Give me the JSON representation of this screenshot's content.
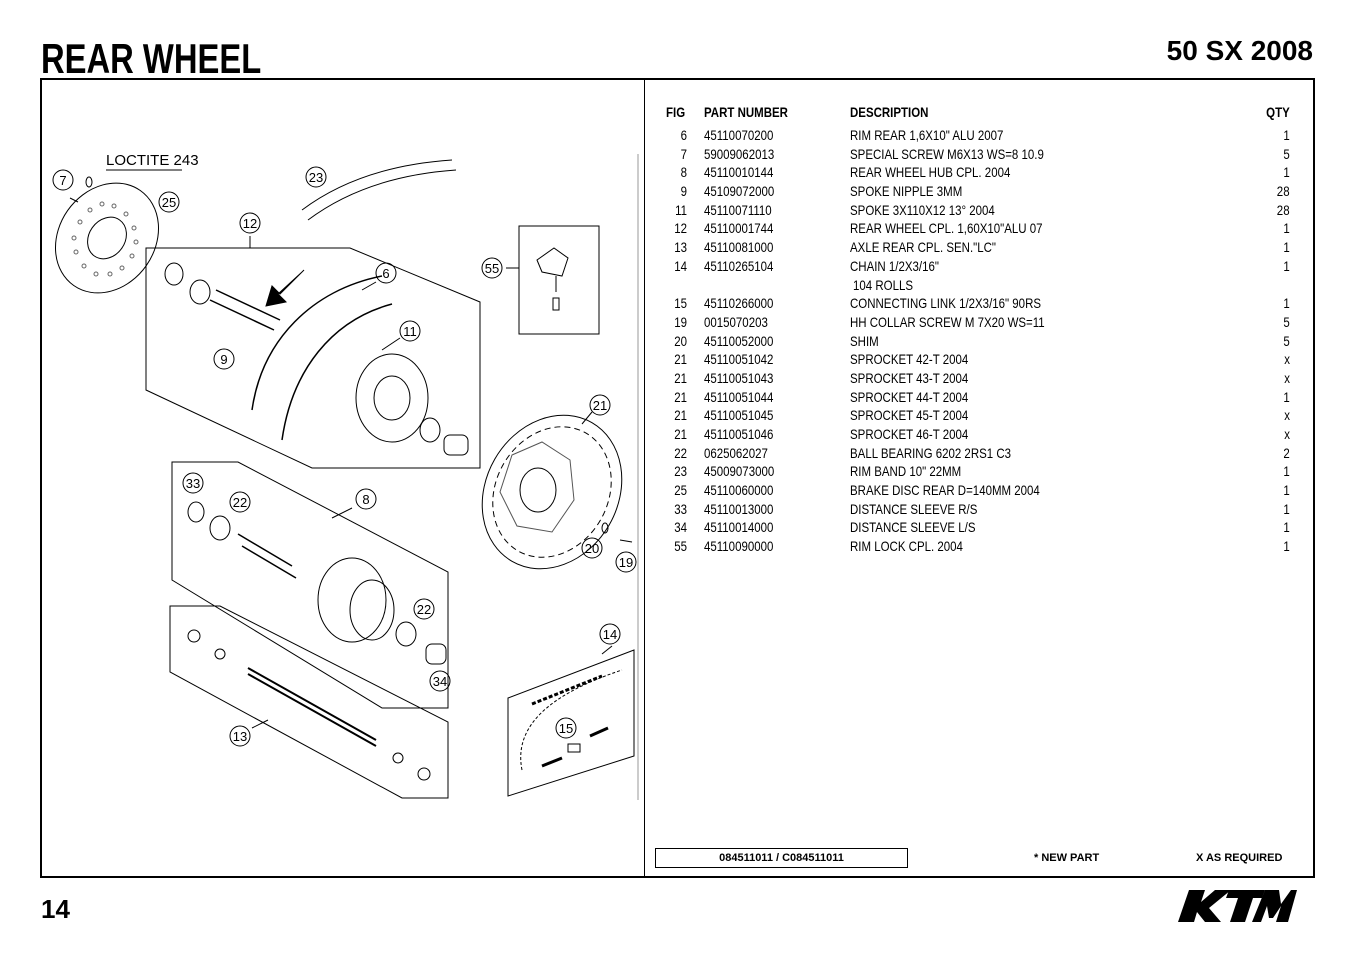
{
  "header": {
    "title": "REAR WHEEL",
    "model": "50 SX 2008"
  },
  "diagram": {
    "loctite_label": "LOCTITE 243",
    "callouts": [
      "7",
      "25",
      "23",
      "12",
      "6",
      "55",
      "11",
      "9",
      "21",
      "33",
      "22",
      "8",
      "20",
      "19",
      "22",
      "14",
      "34",
      "13",
      "15"
    ]
  },
  "table": {
    "headers": {
      "fig": "FIG",
      "part_number": "PART NUMBER",
      "description": "DESCRIPTION",
      "qty": "QTY"
    },
    "rows": [
      {
        "fig": "6",
        "part": "45110070200",
        "desc": "RIM REAR 1,6X10\" ALU      2007",
        "qty": "1"
      },
      {
        "fig": "7",
        "part": "59009062013",
        "desc": "SPECIAL SCREW M6X13 WS=8  10.9",
        "qty": "5"
      },
      {
        "fig": "8",
        "part": "45110010144",
        "desc": "REAR WHEEL HUB CPL.       2004",
        "qty": "1"
      },
      {
        "fig": "9",
        "part": "45109072000",
        "desc": "SPOKE NIPPLE 3MM",
        "qty": "28"
      },
      {
        "fig": "11",
        "part": "45110071110",
        "desc": "SPOKE 3X110X12 13°         2004",
        "qty": "28"
      },
      {
        "fig": "12",
        "part": "45110001744",
        "desc": "REAR WHEEL CPL. 1,60X10\"ALU 07",
        "qty": "1"
      },
      {
        "fig": "13",
        "part": "45110081000",
        "desc": "AXLE REAR CPL.       SEN.\"LC\"",
        "qty": "1"
      },
      {
        "fig": "14",
        "part": "45110265104",
        "desc": "CHAIN 1/2X3/16\"",
        "desc2": "104 ROLLS",
        "qty": "1"
      },
      {
        "fig": "15",
        "part": "45110266000",
        "desc": "CONNECTING LINK 1/2X3/16\" 90RS",
        "qty": "1"
      },
      {
        "fig": "19",
        "part": "0015070203",
        "desc": "HH COLLAR SCREW M 7X20   WS=11",
        "qty": "5"
      },
      {
        "fig": "20",
        "part": "45110052000",
        "desc": "SHIM",
        "qty": "5"
      },
      {
        "fig": "21",
        "part": "45110051042",
        "desc": "SPROCKET 42-T              2004",
        "qty": "x"
      },
      {
        "fig": "21",
        "part": "45110051043",
        "desc": "SPROCKET 43-T              2004",
        "qty": "x"
      },
      {
        "fig": "21",
        "part": "45110051044",
        "desc": "SPROCKET 44-T              2004",
        "qty": "1"
      },
      {
        "fig": "21",
        "part": "45110051045",
        "desc": "SPROCKET 45-T              2004",
        "qty": "x"
      },
      {
        "fig": "21",
        "part": "45110051046",
        "desc": "SPROCKET 46-T              2004",
        "qty": "x"
      },
      {
        "fig": "22",
        "part": "0625062027",
        "desc": "BALL BEARING 6202 2RS1 C3",
        "qty": "2"
      },
      {
        "fig": "23",
        "part": "45009073000",
        "desc": "RIM BAND 10\" 22MM",
        "qty": "1"
      },
      {
        "fig": "25",
        "part": "45110060000",
        "desc": "BRAKE DISC REAR D=140MM   2004",
        "qty": "1"
      },
      {
        "fig": "33",
        "part": "45110013000",
        "desc": "DISTANCE SLEEVE R/S",
        "qty": "1"
      },
      {
        "fig": "34",
        "part": "45110014000",
        "desc": "DISTANCE SLEEVE L/S",
        "qty": "1"
      },
      {
        "fig": "55",
        "part": "45110090000",
        "desc": "RIM LOCK CPL.              2004",
        "qty": "1"
      }
    ]
  },
  "footer": {
    "doc_number": "084511011 / C084511011",
    "new_part_note": "* NEW PART",
    "as_required_note": "X   AS REQUIRED",
    "page_number": "14",
    "brand": "KTM"
  }
}
